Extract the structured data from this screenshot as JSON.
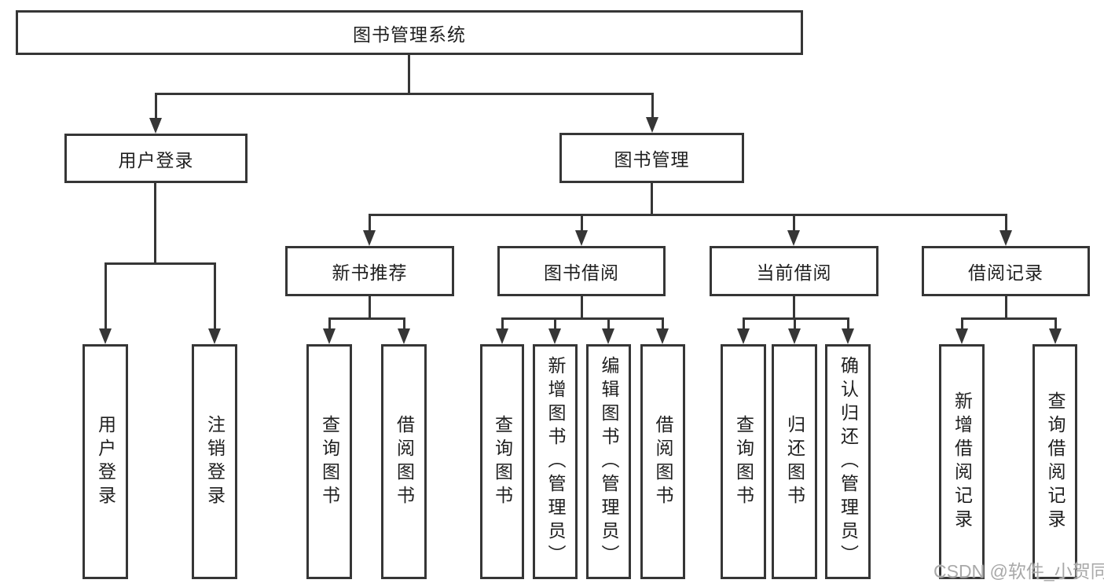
{
  "colors": {
    "background": "#ffffff",
    "line": "#363636",
    "box_border": "#363636",
    "text": "#1f1f1f",
    "watermark": "#a9a9a9"
  },
  "tree": {
    "root": {
      "label": "图书管理系统",
      "children": [
        {
          "label": "用户登录",
          "children": [
            {
              "label": "用户登录"
            },
            {
              "label": "注销登录"
            }
          ]
        },
        {
          "label": "图书管理",
          "children": [
            {
              "label": "新书推荐",
              "children": [
                {
                  "label": "查询图书"
                },
                {
                  "label": "借阅图书"
                }
              ]
            },
            {
              "label": "图书借阅",
              "children": [
                {
                  "label": "查询图书"
                },
                {
                  "label": "新增图书（管理员）"
                },
                {
                  "label": "编辑图书（管理员）"
                },
                {
                  "label": "借阅图书"
                }
              ]
            },
            {
              "label": "当前借阅",
              "children": [
                {
                  "label": "查询图书"
                },
                {
                  "label": "归还图书"
                },
                {
                  "label": "确认归还（管理员）"
                }
              ]
            },
            {
              "label": "借阅记录",
              "children": [
                {
                  "label": "新增借阅记录"
                },
                {
                  "label": "查询借阅记录"
                }
              ]
            }
          ]
        }
      ]
    }
  },
  "watermark": {
    "text": "CSDN @软件_小贺同学"
  }
}
